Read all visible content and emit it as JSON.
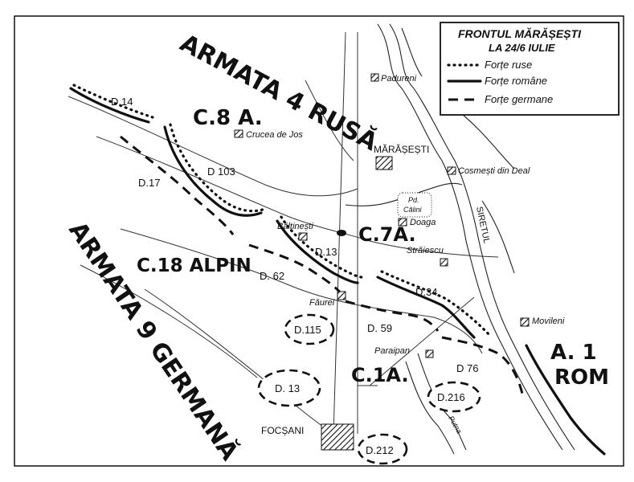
{
  "legend": {
    "title_line1": "FRONTUL MĂRĂȘEȘTI",
    "title_line2": "LA 24/6 IULIE",
    "items": [
      {
        "style": "dotted",
        "label": "Forțe ruse"
      },
      {
        "style": "solid",
        "label": "Forțe române"
      },
      {
        "style": "dashed",
        "label": "Forțe germane"
      }
    ]
  },
  "armies": {
    "russian": "ARMATA 4 RUSĂ",
    "german": "ARMATA 9 GERMANĂ",
    "romanian_line1": "A. 1",
    "romanian_line2": "ROM"
  },
  "corps": {
    "c8a": "C.8 A.",
    "c7a": "C.7A.",
    "c18": "C.18 ALPIN",
    "c1a": "C.1A."
  },
  "divisions": {
    "d14": "D.14",
    "d103": "D 103",
    "d17": "D.17",
    "d13_north": "D.13",
    "d62": "D. 62",
    "d34": "D.34",
    "d59": "D. 59",
    "d76": "D 76",
    "d115": "D.115",
    "d13_south": "D. 13",
    "d216": "D.216",
    "d212": "D.212"
  },
  "places": {
    "padureni": "Padureni",
    "crucea": "Crucea de Jos",
    "marasesti": "MĂRĂȘEȘTI",
    "cosmesti": "Cosmești din Deal",
    "pd_calini_1": "Pd.",
    "pd_calini_2": "Călini",
    "baltinesti": "Băltinești",
    "doaga": "Doaga",
    "straiescu": "Străiescu",
    "faurei": "Făurei",
    "movileni": "Movileni",
    "paraipan": "Paraipan",
    "focsani": "FOCȘANI",
    "siretul": "SIRETUL",
    "putna": "Putna"
  },
  "colors": {
    "ink": "#111111",
    "paper": "#ffffff"
  }
}
